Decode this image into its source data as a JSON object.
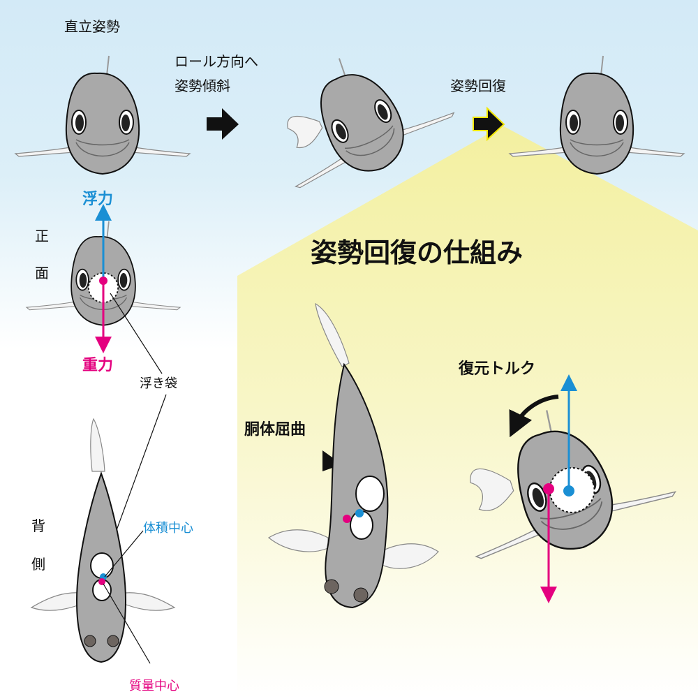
{
  "colors": {
    "buoyancy": "#1a8fd4",
    "gravity": "#e4007f",
    "sky": "#d3eaf7",
    "spotlight": "#f5f2a0"
  },
  "stages": {
    "upright": "直立姿勢",
    "tilt_line1": "ロール方向へ",
    "tilt_line2": "姿勢傾斜",
    "recovery": "姿勢回復"
  },
  "front": {
    "side_label_1": "正",
    "side_label_2": "面",
    "buoyancy": "浮力",
    "gravity": "重力",
    "swim_bladder": "浮き袋"
  },
  "dorsal": {
    "side_label_1": "背",
    "side_label_2": "側",
    "center_of_volume": "体積中心",
    "center_of_mass": "質量中心"
  },
  "mechanism": {
    "title": "姿勢回復の仕組み",
    "body_bend": "胴体屈曲",
    "restoring_torque": "復元トルク"
  }
}
